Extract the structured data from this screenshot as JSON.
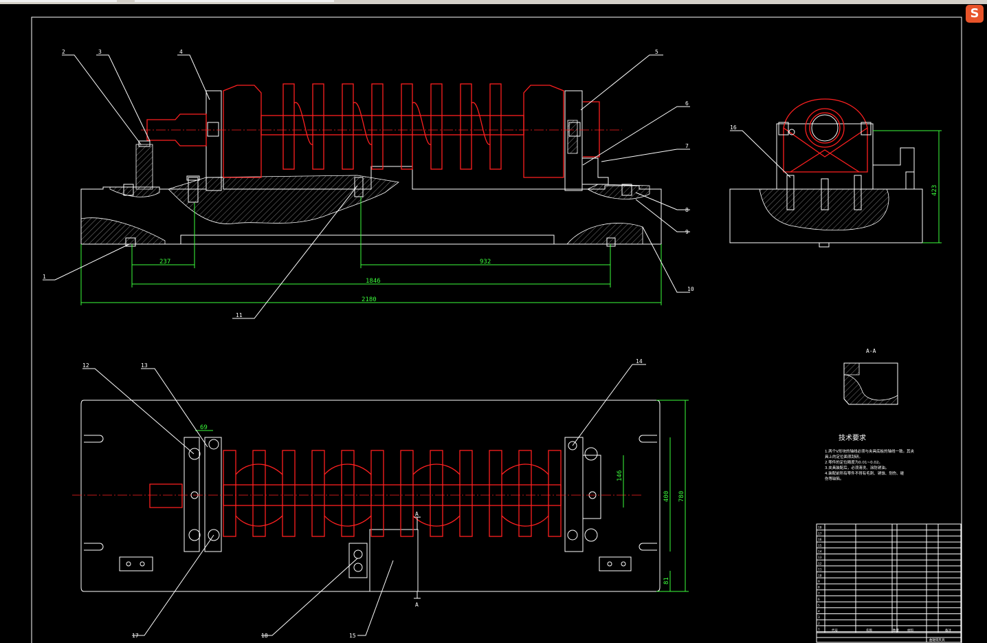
{
  "part_labels": [
    "1",
    "2",
    "3",
    "4",
    "5",
    "6",
    "7",
    "8",
    "9",
    "10",
    "11",
    "12",
    "13",
    "14",
    "15",
    "16",
    "17",
    "18"
  ],
  "dimensions": {
    "d237": "237",
    "d932": "932",
    "d1846": "1846",
    "d2180": "2180",
    "d423": "423",
    "d69": "69",
    "d146": "146",
    "d400": "400",
    "d780": "780",
    "d81": "81"
  },
  "section": {
    "title": "A-A",
    "mark": "A"
  },
  "tech_req": {
    "title": "技术要求",
    "lines": [
      "1.两个V形块的轴线必须与夹具底板的轴线一致。其夹",
      "具上的定位面须刮研。",
      "2.零件的定位精度为0.01~0.02。",
      "3.夹具装配后，必须清洗、涂防锈油。",
      "4.装配前所有零件不得有毛刺、锈蚀、划伤、碰",
      "伤等缺陷。"
    ]
  },
  "title_block": {
    "row_numbers": [
      "18",
      "17",
      "16",
      "15",
      "14",
      "13",
      "12",
      "11",
      "10",
      "9",
      "8",
      "7",
      "6",
      "5",
      "4",
      "3",
      "2",
      "1"
    ],
    "header": [
      "代号",
      "名称",
      "数量",
      "材料",
      "备注"
    ],
    "footer": "曲轴铣夹具"
  },
  "colors": {
    "part": "#ff2020",
    "dimension": "#3cff3c",
    "line": "#ffffff",
    "background": "#000000"
  }
}
